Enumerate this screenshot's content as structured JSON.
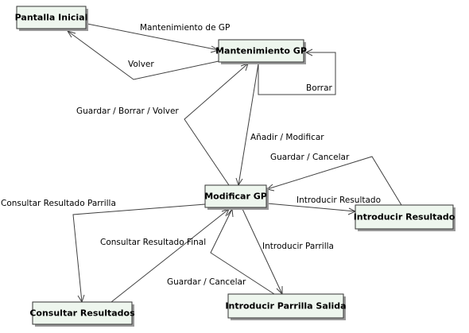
{
  "states": {
    "pantalla_inicial": "Pantalla Inicial",
    "mantenimiento_gp": "Mantenimiento GP",
    "modificar_gp": "Modificar GP",
    "introducir_resultado": "Introducir Resultado",
    "consultar_resultados": "Consultar Resultados",
    "introducir_parrilla_salida": "Introducir Parrilla Salida"
  },
  "transitions": {
    "mantenimiento_de_gp": "Mantenimiento de GP",
    "volver": "Volver",
    "borrar": "Borrar",
    "guardar_borrar_volver": "Guardar / Borrar / Volver",
    "anadir_modificar": "Añadir / Modificar",
    "guardar_cancelar_top": "Guardar / Cancelar",
    "introducir_resultado": "Introducir Resultado",
    "consultar_resultado_parrilla": "Consultar Resultado Parrilla",
    "consultar_resultado_final": "Consultar Resultado Final",
    "introducir_parrilla": "Introducir Parrilla",
    "guardar_cancelar_bottom": "Guardar / Cancelar"
  }
}
